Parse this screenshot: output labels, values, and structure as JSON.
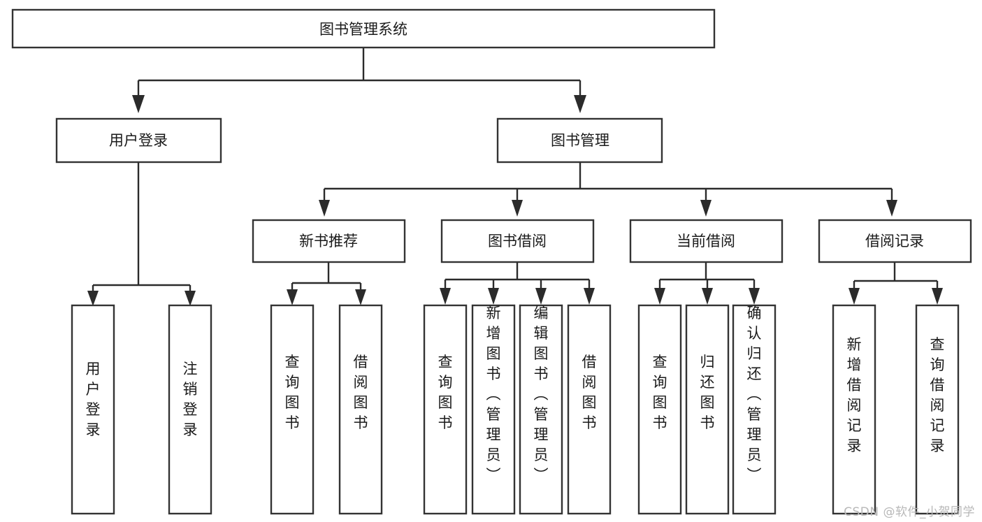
{
  "diagram": {
    "title": "图书管理系统",
    "type": "tree-hierarchy",
    "watermark": "CSDN @软件_小贺同学",
    "colors": {
      "box_stroke": "#333333",
      "box_fill": "#ffffff",
      "connector": "#2b2b2b",
      "text": "#1a1a1a",
      "watermark": "#b8b8b8",
      "background": "#ffffff"
    },
    "root": {
      "label": "图书管理系统"
    },
    "level2": [
      {
        "label": "用户登录"
      },
      {
        "label": "图书管理"
      }
    ],
    "level3": [
      {
        "label": "新书推荐"
      },
      {
        "label": "图书借阅"
      },
      {
        "label": "当前借阅"
      },
      {
        "label": "借阅记录"
      }
    ],
    "leaves": {
      "user_login": [
        {
          "label": "用户登录"
        },
        {
          "label": "注销登录"
        }
      ],
      "new_book_recommend": [
        {
          "label": "查询图书"
        },
        {
          "label": "借阅图书"
        }
      ],
      "book_borrow": [
        {
          "label": "查询图书"
        },
        {
          "label": "新增图书（管理员）"
        },
        {
          "label": "编辑图书（管理员）"
        },
        {
          "label": "借阅图书"
        }
      ],
      "current_borrow": [
        {
          "label": "查询图书"
        },
        {
          "label": "归还图书"
        },
        {
          "label": "确认归还（管理员）"
        }
      ],
      "borrow_records": [
        {
          "label": "新增借阅记录"
        },
        {
          "label": "查询借阅记录"
        }
      ]
    }
  }
}
